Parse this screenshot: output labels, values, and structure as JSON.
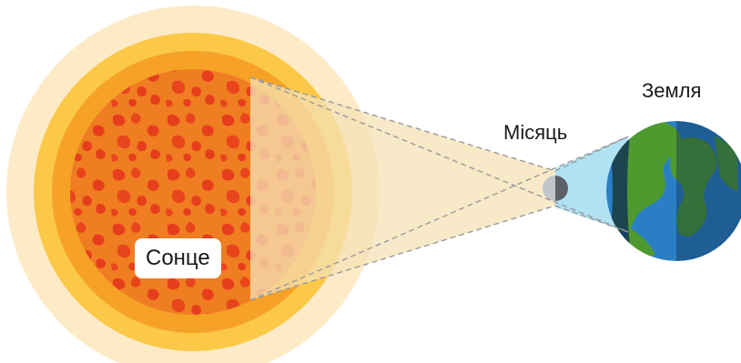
{
  "labels": {
    "sun": "Сонце",
    "moon": "Місяць",
    "earth": "Земля"
  },
  "colors": {
    "sun_halo": "#fdebc8",
    "sun_outer_ring": "#fcc847",
    "sun_mid_ring": "#f6a226",
    "sun_core": "#ef7d22",
    "sun_spots": "#e63e1c",
    "shadow_cone": "#f6e1b5",
    "moon_shadow": "#a9dff3",
    "earth_ocean": "#2a7fc4",
    "earth_land": "#4f9a2f",
    "earth_night": "#0f3057",
    "moon": "#bfc5c9",
    "dashed_line": "#9a9a9a"
  }
}
